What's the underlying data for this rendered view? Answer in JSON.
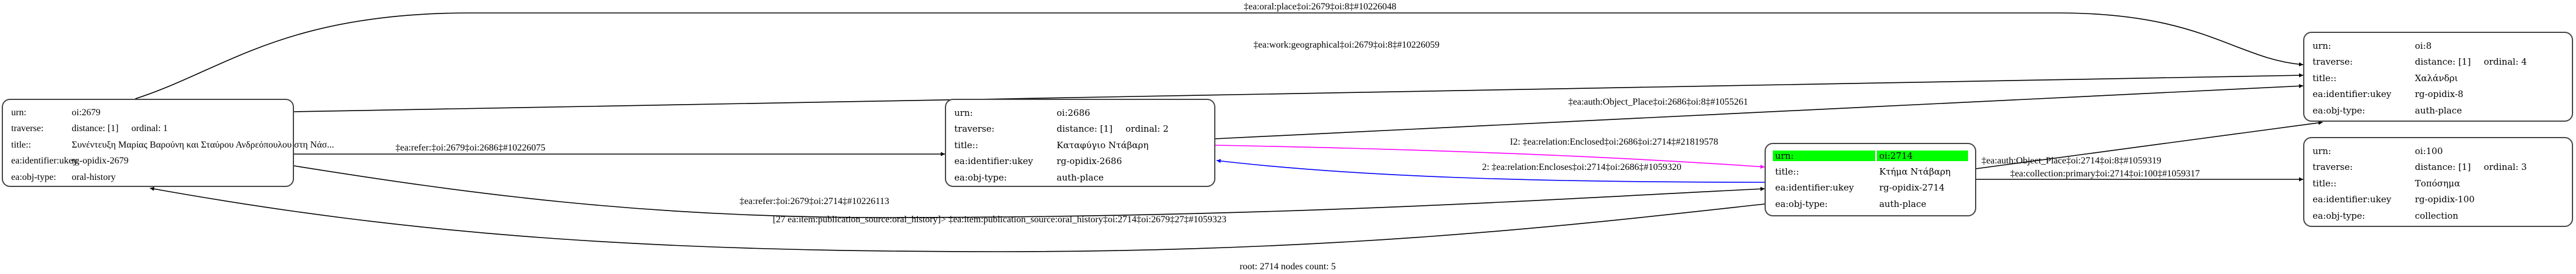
{
  "nodes": {
    "n2679": {
      "urn_label": "urn:",
      "urn": "oi:2679",
      "traverse_label": "traverse:",
      "distance": "distance: [1]",
      "ordinal": "ordinal: 1",
      "title_label": "title::",
      "title": "Συνέντευξη Μαρίας Βαρούνη και Σταύρου Ανδρεόπουλου στη Νάσ...",
      "ukey_label": "ea:identifier:ukey",
      "ukey": "rg-opidix-2679",
      "type_label": "ea:obj-type:",
      "type": "oral-history"
    },
    "n2686": {
      "urn_label": "urn:",
      "urn": "oi:2686",
      "traverse_label": "traverse:",
      "distance": "distance: [1]",
      "ordinal": "ordinal: 2",
      "title_label": "title::",
      "title": "Καταφύγιο Ντάβαρη",
      "ukey_label": "ea:identifier:ukey",
      "ukey": "rg-opidix-2686",
      "type_label": "ea:obj-type:",
      "type": "auth-place"
    },
    "n2714": {
      "urn_label": "urn:",
      "urn": "oi:2714",
      "title_label": "title::",
      "title": "Κτήμα Ντάβαρη",
      "ukey_label": "ea:identifier:ukey",
      "ukey": "rg-opidix-2714",
      "type_label": "ea:obj-type:",
      "type": "auth-place",
      "highlight": "#00ff00"
    },
    "n8": {
      "urn_label": "urn:",
      "urn": "oi:8",
      "traverse_label": "traverse:",
      "distance": "distance: [1]",
      "ordinal": "ordinal: 4",
      "title_label": "title::",
      "title": "Χαλάνδρι",
      "ukey_label": "ea:identifier:ukey",
      "ukey": "rg-opidix-8",
      "type_label": "ea:obj-type:",
      "type": "auth-place"
    },
    "n100": {
      "urn_label": "urn:",
      "urn": "oi:100",
      "traverse_label": "traverse:",
      "distance": "distance: [1]",
      "ordinal": "ordinal: 3",
      "title_label": "title::",
      "title": "Τοπόσημα",
      "ukey_label": "ea:identifier:ukey",
      "ukey": "rg-opidix-100",
      "type_label": "ea:obj-type:",
      "type": "collection"
    }
  },
  "edges": {
    "oral_place": "‡ea:oral:place‡oi:2679‡oi:8‡#10226048",
    "work_geo": "‡ea:work:geographical‡oi:2679‡oi:8‡#10226059",
    "refer_2686": "‡ea:refer:‡oi:2679‡oi:2686‡#10226075",
    "auth_2686_8": "‡ea:auth:Object_Place‡oi:2686‡oi:8‡#1055261",
    "enclosed": "I2: ‡ea:relation:Enclosed‡oi:2686‡oi:2714‡#21819578",
    "encloses": "2: ‡ea:relation:Encloses‡oi:2714‡oi:2686‡#1059320",
    "refer_2714": "‡ea:refer:‡oi:2679‡oi:2714‡#10226113",
    "publication": "[27 ea:item:publication_source:oral_history]> ‡ea:item:publication_source:oral_history‡oi:2714‡oi:2679‡27‡#1059323",
    "auth_2714_8": "‡ea:auth:Object_Place‡oi:2714‡oi:8‡#1059319",
    "collection": "‡ea:collection:primary‡oi:2714‡oi:100‡#1059317"
  },
  "colors": {
    "enclosed": "#ff00ff",
    "encloses": "#0000ff",
    "edge": "#000000"
  },
  "footer": "root: 2714 nodes count: 5"
}
